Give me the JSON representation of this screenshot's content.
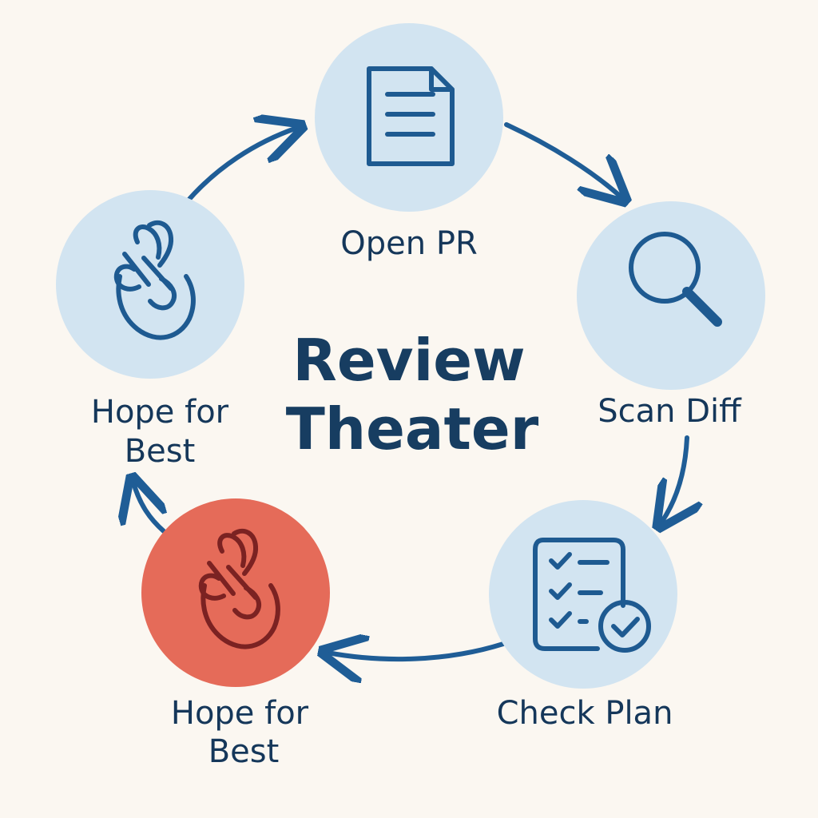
{
  "diagram": {
    "title_line_1": "Review",
    "title_line_2": "Theater",
    "nodes": [
      {
        "label_1": "Open PR",
        "label_2": "",
        "icon": "document-icon"
      },
      {
        "label_1": "Scan Diff",
        "label_2": "",
        "icon": "magnifier-icon"
      },
      {
        "label_1": "Check Plan",
        "label_2": "",
        "icon": "checklist-check-icon"
      },
      {
        "label_1": "Hope for",
        "label_2": "Best",
        "icon": "crossed-fingers-icon"
      },
      {
        "label_1": "Hope for",
        "label_2": "Best",
        "icon": "crossed-fingers-icon"
      }
    ]
  },
  "colors": {
    "background": "#fbf7f1",
    "node_fill": "#d2e4f1",
    "highlight_node_fill": "#e56b59",
    "line": "#1f5d96",
    "text": "#17395d"
  }
}
